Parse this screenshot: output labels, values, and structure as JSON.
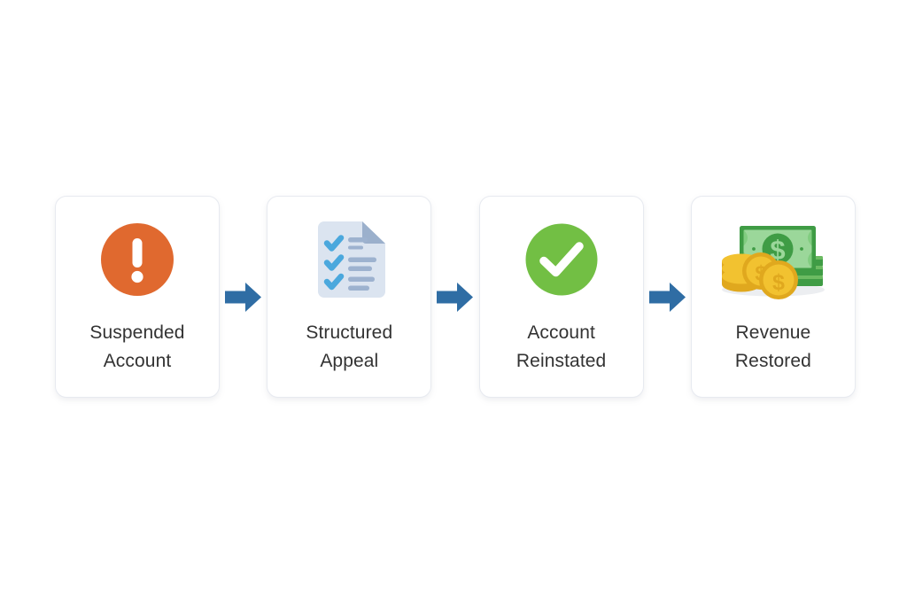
{
  "page": {
    "background_color": "#ffffff",
    "title": "Account suspension recovery process flow"
  },
  "palette": {
    "card_background": "#ffffff",
    "card_border": "#e7eaf0",
    "label_text": "#333333",
    "arrow_blue": "#2f6da4",
    "alert_orange": "#e0692f",
    "success_green": "#72bf44",
    "document_body": "#dbe4f0",
    "document_fold": "#9bb0cc",
    "check_blue": "#4ba8dd",
    "line_blue": "#9db2cf",
    "bill_green": "#3f9c45",
    "bill_light_green": "#9bd79a",
    "coin_gold": "#f2c230",
    "coin_gold_dark": "#e0a81e"
  },
  "flow": {
    "steps": [
      {
        "id": "suspended-account",
        "icon": "exclamation-circle-icon",
        "label": "Suspended\nAccount",
        "label_line_1": "Suspended",
        "label_line_2": "Account",
        "icon_color": "#e0692f"
      },
      {
        "id": "structured-appeal",
        "icon": "checklist-document-icon",
        "label": "Structured\nAppeal",
        "label_line_1": "Structured",
        "label_line_2": "Appeal",
        "icon_color": "#4ba8dd"
      },
      {
        "id": "account-reinstated",
        "icon": "check-circle-icon",
        "label": "Account\nReinstated",
        "label_line_1": "Account",
        "label_line_2": "Reinstated",
        "icon_color": "#72bf44"
      },
      {
        "id": "revenue-restored",
        "icon": "money-cash-coins-icon",
        "label": "Revenue\nRestored",
        "label_line_1": "Revenue",
        "label_line_2": "Restored",
        "icon_color": "#3f9c45"
      }
    ],
    "connectors": [
      {
        "id": "connector-1",
        "icon": "arrow-right-icon",
        "color": "#2f6da4"
      },
      {
        "id": "connector-2",
        "icon": "arrow-right-icon",
        "color": "#2f6da4"
      },
      {
        "id": "connector-3",
        "icon": "arrow-right-icon",
        "color": "#2f6da4"
      }
    ]
  }
}
